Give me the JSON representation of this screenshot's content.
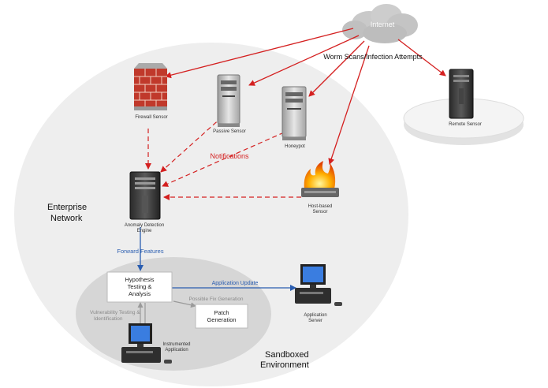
{
  "nodes": {
    "internet": "Internet",
    "firewall_sensor": "Firewall Sensor",
    "passive_sensor": "Passive Sensor",
    "honeypot": "Honeypot",
    "remote_sensor": "Remote Sensor",
    "host_based_sensor_line1": "Host-based",
    "host_based_sensor_line2": "Sensor",
    "anomaly_engine_line1": "Anomaly Detection",
    "anomaly_engine_line2": "Engine",
    "hypothesis_line1": "Hypothesis",
    "hypothesis_line2": "Testing &",
    "hypothesis_line3": "Analysis",
    "patch_line1": "Patch",
    "patch_line2": "Generation",
    "app_server_line1": "Application",
    "app_server_line2": "Server",
    "instrumented_line1": "Instrumented",
    "instrumented_line2": "Application"
  },
  "regions": {
    "enterprise_line1": "Enterprise",
    "enterprise_line2": "Network",
    "sandbox_line1": "Sandboxed",
    "sandbox_line2": "Environment"
  },
  "edges": {
    "worm_scans": "Worm Scans/Infection Attempts",
    "notifications": "Notifications",
    "forward_features": "Forward Features",
    "application_update": "Application Update",
    "possible_fix": "Possible Fix Generation",
    "vuln_testing_line1": "Vulnerability Testing &",
    "vuln_testing_line2": "Identification"
  },
  "colors": {
    "attack_arrow": "#d42020",
    "notification_arrow": "#d42020",
    "blue_arrow": "#2a5db0",
    "gray_arrow": "#9a9a9a",
    "enterprise_fill": "#eeeeee",
    "sandbox_fill": "#d6d6d6"
  }
}
